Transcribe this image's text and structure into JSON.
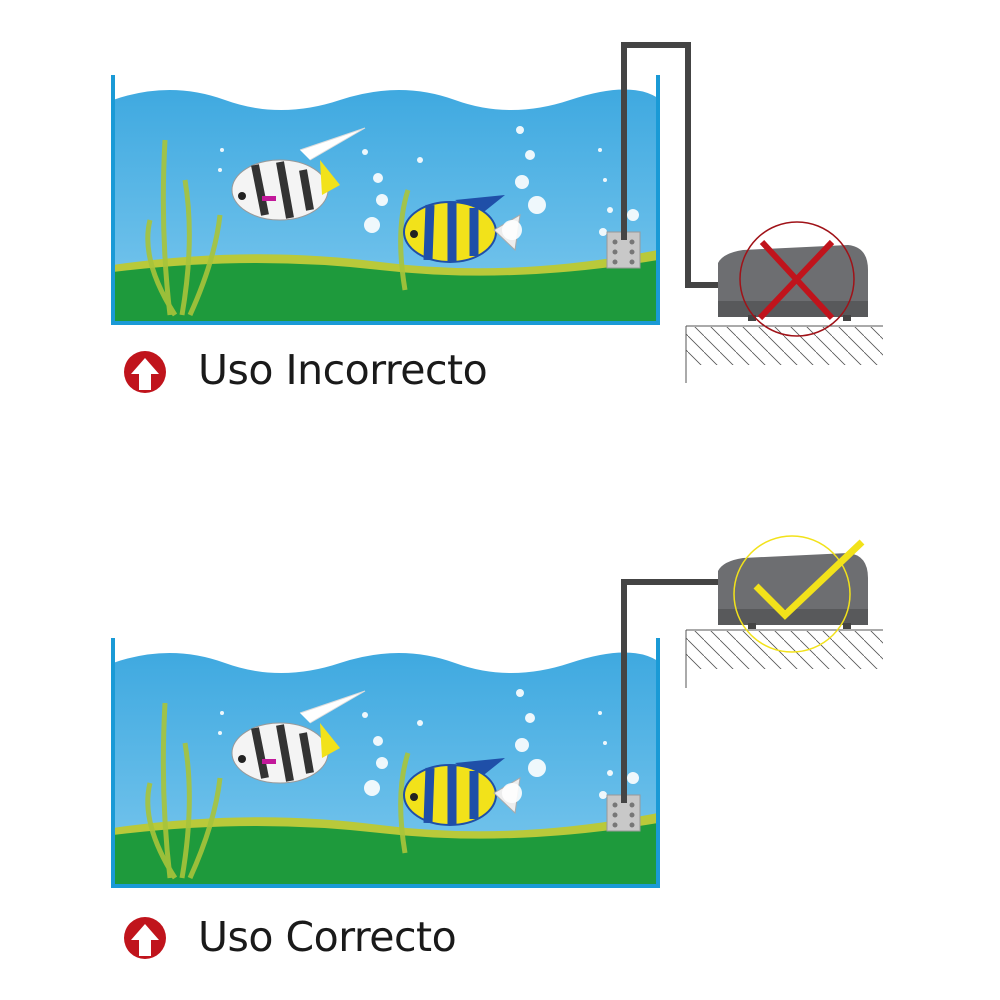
{
  "panels": [
    {
      "caption": "Uso Incorrecto",
      "verdict": "incorrect",
      "mark_color": "#c0141c",
      "icon": "arrow-up-circle-icon"
    },
    {
      "caption": "Uso Correcto",
      "verdict": "correct",
      "mark_color": "#f2e21a",
      "icon": "arrow-up-circle-icon"
    }
  ],
  "colors": {
    "water": "#52b5e6",
    "tank_wall": "#1a9ad6",
    "ground": "#1e9a3c",
    "pump": "#6d6e71",
    "icon_red": "#c0141c"
  }
}
